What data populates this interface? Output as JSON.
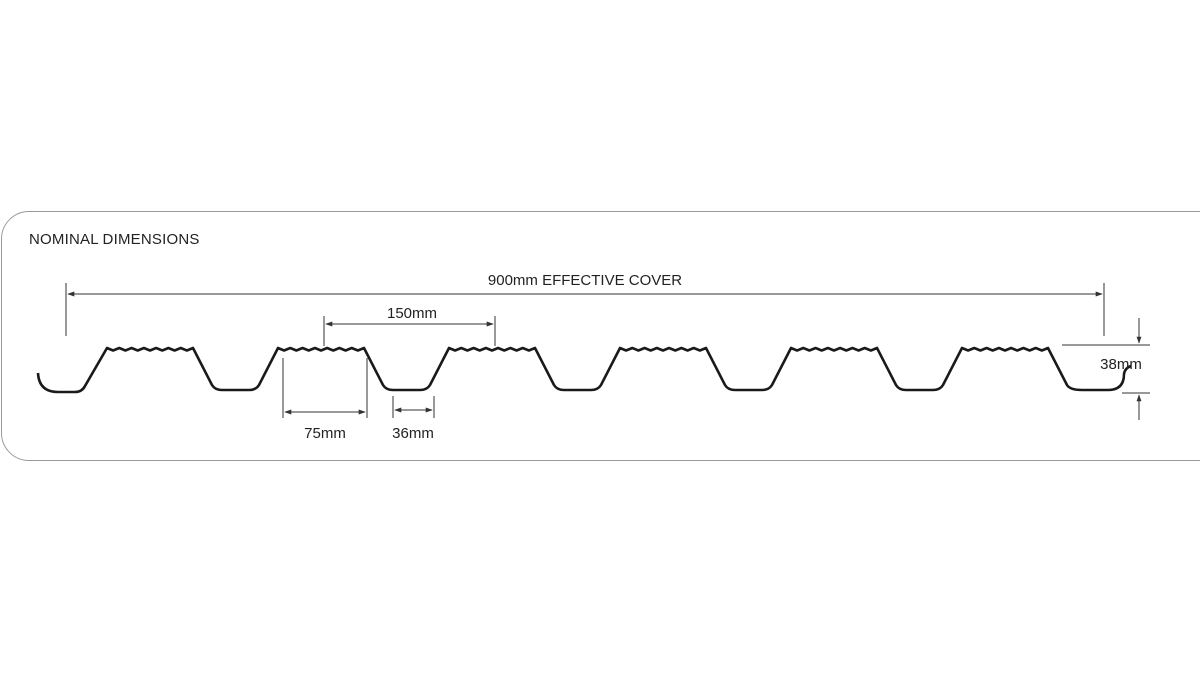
{
  "heading": "NOMINAL DIMENSIONS",
  "dimensions": {
    "effective_cover": "900mm EFFECTIVE COVER",
    "rib_pitch": "150mm",
    "rib_top_width": "75mm",
    "pan_width": "36mm",
    "profile_depth": "38mm"
  },
  "colors": {
    "profile": "#1a1a1a",
    "dimension_lines": "#333333",
    "panel_border": "#9a9a9a"
  }
}
